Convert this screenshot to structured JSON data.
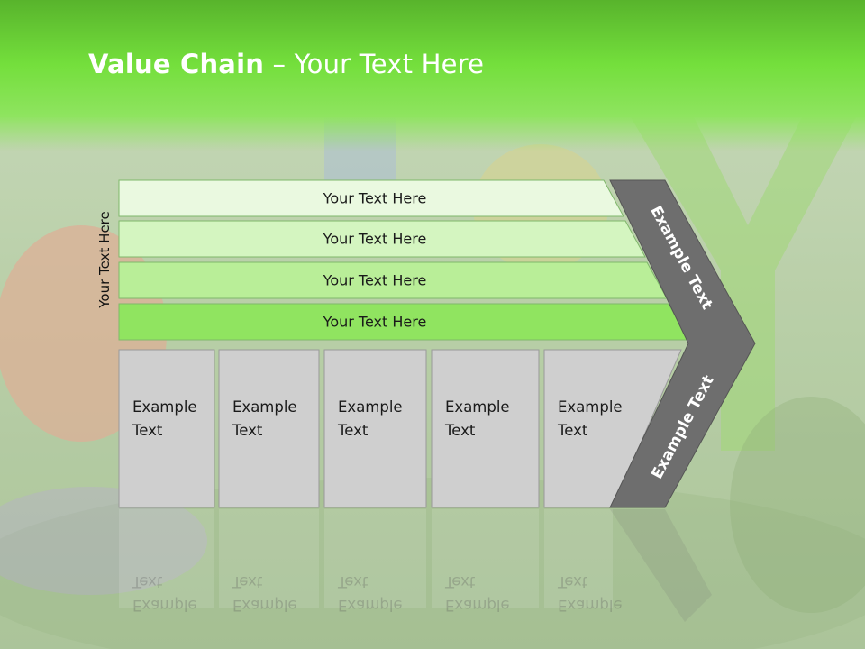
{
  "slide": {
    "title_bold": "Value Chain",
    "title_rest": " – Your Text Here",
    "vertical_label": "Your Text Here"
  },
  "bars": [
    {
      "label": "Your Text Here",
      "color": "#eaf9e0"
    },
    {
      "label": "Your Text Here",
      "color": "#d4f5c0"
    },
    {
      "label": "Your Text Here",
      "color": "#b9ee98"
    },
    {
      "label": "Your Text Here",
      "color": "#90e460"
    }
  ],
  "boxes": [
    {
      "label": "Example Text"
    },
    {
      "label": "Example Text"
    },
    {
      "label": "Example Text"
    },
    {
      "label": "Example Text"
    },
    {
      "label": "Example Text"
    }
  ],
  "chevron": {
    "upper_label": "Example Text",
    "lower_label": "Example Text",
    "color": "#6e6e6e"
  },
  "colors": {
    "header_green": "#6edc3c",
    "box_fill": "#cfcfcf"
  }
}
